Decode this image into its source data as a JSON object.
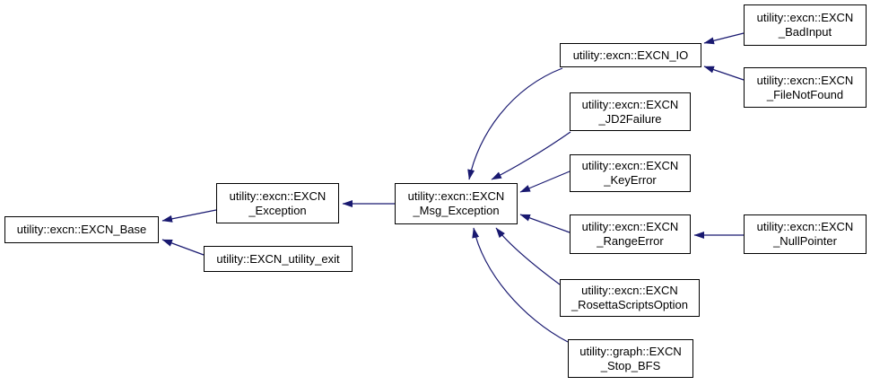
{
  "diagram": {
    "type": "class-inheritance-graph",
    "colors": {
      "arrow": "#191970",
      "node_border": "#000000",
      "node_background": "#ffffff",
      "text": "#000000",
      "page_background": "#ffffff"
    },
    "nodes": {
      "base": {
        "line1": "utility::excn::EXCN_Base"
      },
      "exception": {
        "line1": "utility::excn::EXCN",
        "line2": "_Exception"
      },
      "utility_exit": {
        "line1": "utility::EXCN_utility_exit"
      },
      "msg_exception": {
        "line1": "utility::excn::EXCN",
        "line2": "_Msg_Exception"
      },
      "io": {
        "line1": "utility::excn::EXCN_IO"
      },
      "bad_input": {
        "line1": "utility::excn::EXCN",
        "line2": "_BadInput"
      },
      "file_not_found": {
        "line1": "utility::excn::EXCN",
        "line2": "_FileNotFound"
      },
      "jd2_failure": {
        "line1": "utility::excn::EXCN",
        "line2": "_JD2Failure"
      },
      "key_error": {
        "line1": "utility::excn::EXCN",
        "line2": "_KeyError"
      },
      "range_error": {
        "line1": "utility::excn::EXCN",
        "line2": "_RangeError"
      },
      "null_pointer": {
        "line1": "utility::excn::EXCN",
        "line2": "_NullPointer"
      },
      "rosetta_scripts_option": {
        "line1": "utility::excn::EXCN",
        "line2": "_RosettaScriptsOption"
      },
      "stop_bfs": {
        "line1": "utility::graph::EXCN",
        "line2": "_Stop_BFS"
      }
    },
    "edges": [
      {
        "from": "exception",
        "to": "base"
      },
      {
        "from": "utility_exit",
        "to": "base"
      },
      {
        "from": "msg_exception",
        "to": "exception"
      },
      {
        "from": "io",
        "to": "msg_exception"
      },
      {
        "from": "bad_input",
        "to": "io"
      },
      {
        "from": "file_not_found",
        "to": "io"
      },
      {
        "from": "jd2_failure",
        "to": "msg_exception"
      },
      {
        "from": "key_error",
        "to": "msg_exception"
      },
      {
        "from": "range_error",
        "to": "msg_exception"
      },
      {
        "from": "null_pointer",
        "to": "range_error"
      },
      {
        "from": "rosetta_scripts_option",
        "to": "msg_exception"
      },
      {
        "from": "stop_bfs",
        "to": "msg_exception"
      }
    ]
  }
}
